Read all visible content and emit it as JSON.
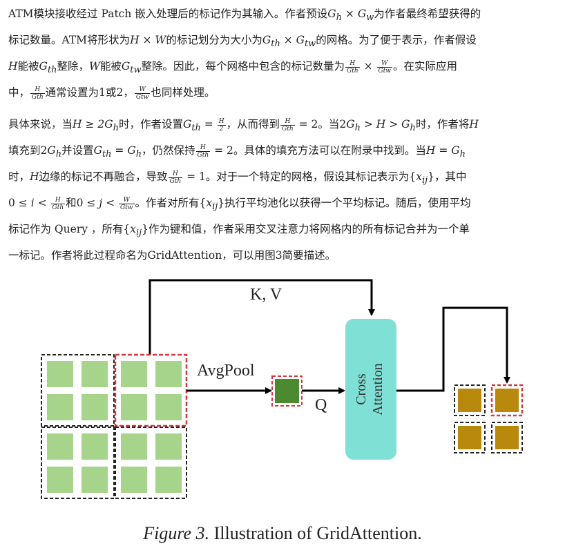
{
  "paragraph1": {
    "line1": {
      "a": "ATM模块接收经过 Patch 嵌入处理后的标记作为其输入。作者预设",
      "m1": "G",
      "s1": "h",
      "x": " × ",
      "m2": "G",
      "s2": "w",
      "b": "为作者最终希望获得的"
    },
    "line2": {
      "a": "标记数量。ATM将形状为",
      "m1": "H × W",
      "b": "的标记划分为大小为",
      "m2": "G",
      "s2": "th",
      "x": " × ",
      "m3": "G",
      "s3": "tw",
      "c": "的网格。为了便于表示，作者假设"
    },
    "line3": {
      "m1": "H",
      "a": "能被",
      "m2": "G",
      "s2": "th",
      "b": "整除，",
      "m3": "W",
      "c": "能被",
      "m4": "G",
      "s4": "tw",
      "d": "整除。因此，每个网格中包含的标记数量为",
      "f1n": "H",
      "f1d": "Gth",
      "x": " × ",
      "f2n": "W",
      "f2d": "Gtw",
      "e": "。在实际应用"
    },
    "line4": {
      "a": "中，",
      "f1n": "H",
      "f1d": "Gth",
      "b": "通常设置为1或2，",
      "f2n": "W",
      "f2d": "Gtw",
      "c": "也同样处理。"
    }
  },
  "paragraph2": {
    "line1": {
      "a": "具体来说，当",
      "m1": "H ≥ 2G",
      "s1": "h",
      "b": "时，作者设置",
      "m2": "G",
      "s2": "th",
      "eq1": " = ",
      "f1n": "H",
      "f1d": "2",
      "c": "，从而得到",
      "f2n": "H",
      "f2d": "Gth",
      "eq2": " = 2。当2",
      "m3": "G",
      "s3": "h",
      "gt": " > H > G",
      "s4": "h",
      "d": "时，作者将",
      "m4": "H"
    },
    "line2": {
      "a": "填充到2",
      "m1": "G",
      "s1": "h",
      "b": "并设置",
      "m2": "G",
      "s2": "th",
      "eq1": " = G",
      "s3": "h",
      "c": "，仍然保持",
      "f1n": "H",
      "f1d": "Gth",
      "eq2": " = 2。具体的填充方法可以在附录中找到。当",
      "m3": "H = G",
      "s4": "h"
    },
    "line3": {
      "a": "时，",
      "m1": "H",
      "b": "边缘的标记不再融合，导致",
      "f1n": "H",
      "f1d": "Gth",
      "eq1": " = 1。对于一个特定的网格，假设其标记表示为{",
      "m2": "x",
      "s2": "ij",
      "c": "}，其中"
    },
    "line4": {
      "a": "0 ≤ ",
      "m1": "i",
      "lt1": " < ",
      "f1n": "H",
      "f1d": "Gth",
      "b": "和0 ≤ ",
      "m2": "j",
      "lt2": " < ",
      "f2n": "W",
      "f2d": "Gtw",
      "c": "。作者对所有{",
      "m3": "x",
      "s3": "ij",
      "d": "}执行平均池化以获得一个平均标记。随后，使用平均"
    },
    "line5": {
      "a": "标记作为 Query ，所有{",
      "m1": "x",
      "s1": "ij",
      "b": "}作为键和值，作者采用交叉注意力将网格内的所有标记合并为一个单"
    },
    "line6": {
      "a": "一标记。作者将此过程命名为GridAttention，可以用图3简要描述。"
    }
  },
  "figure": {
    "kv_label": "K, V",
    "avgpool_label": "AvgPool",
    "q_label": "Q",
    "cross_attention_line1": "Cross",
    "cross_attention_line2": "Attention",
    "colors": {
      "light_patch": "#a6d48a",
      "dark_patch": "#4c8a2f",
      "output_patch": "#b8890c",
      "attention_box": "#7fe0d5",
      "red_dash": "#d9363e"
    }
  },
  "caption": {
    "figure_ref": "Figure 3.",
    "text": " Illustration of GridAttention."
  }
}
